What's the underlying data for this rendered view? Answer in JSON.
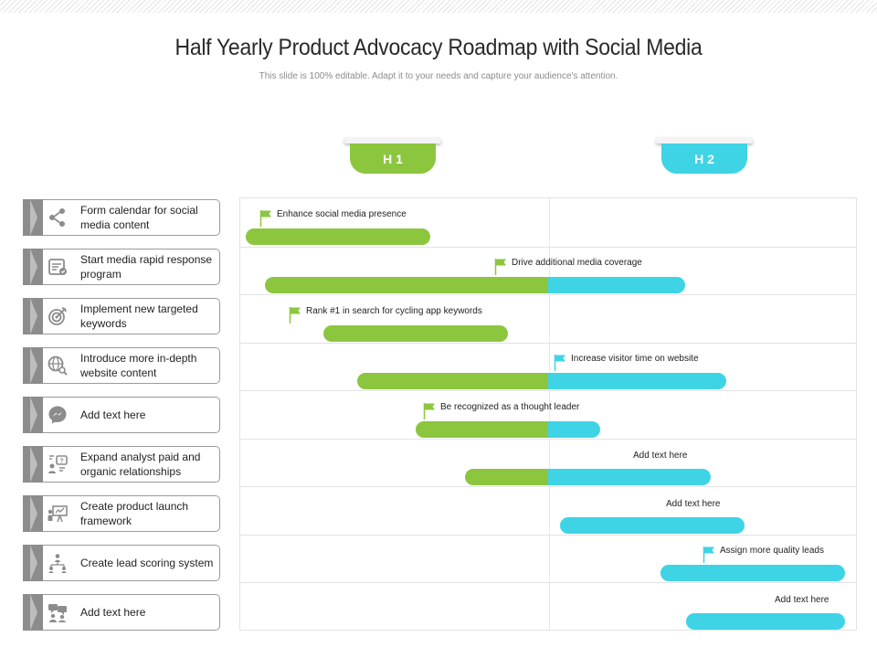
{
  "header": {
    "title": "Half Yearly Product Advocacy Roadmap with Social Media",
    "subtitle": "This slide is 100% editable. Adapt it to your needs and capture your audience's attention."
  },
  "halves": [
    {
      "label": "H 1",
      "color": "#8cc63f"
    },
    {
      "label": "H 2",
      "color": "#3fd3e6"
    }
  ],
  "tasks": [
    {
      "label": "Form calendar for social media content",
      "icon": "share-icon"
    },
    {
      "label": "Start media rapid response program",
      "icon": "media-document-icon"
    },
    {
      "label": "Implement new targeted keywords",
      "icon": "target-icon"
    },
    {
      "label": "Introduce more in-depth website content",
      "icon": "globe-search-icon"
    },
    {
      "label": "Add text here",
      "icon": "messenger-icon"
    },
    {
      "label": "Expand analyst paid and organic relationships",
      "icon": "analyst-icon"
    },
    {
      "label": "Create product launch framework",
      "icon": "presentation-board-icon"
    },
    {
      "label": "Create lead scoring system",
      "icon": "hierarchy-icon"
    },
    {
      "label": "Add text here",
      "icon": "team-chat-icon"
    }
  ],
  "milestones": [
    {
      "label": "Enhance social media presence",
      "flag": true,
      "flag_color": "#8cc63f"
    },
    {
      "label": "Drive additional media coverage",
      "flag": true,
      "flag_color": "#8cc63f"
    },
    {
      "label": "Rank #1 in search for cycling app keywords",
      "flag": true,
      "flag_color": "#8cc63f"
    },
    {
      "label": "Increase visitor time on website",
      "flag": true,
      "flag_color": "#3fd3e6"
    },
    {
      "label": "Be recognized as a thought leader",
      "flag": true,
      "flag_color": "#8cc63f"
    },
    {
      "label": "Add text here",
      "flag": false
    },
    {
      "label": "Add text here",
      "flag": false
    },
    {
      "label": "Assign more quality leads",
      "flag": true,
      "flag_color": "#3fd3e6"
    },
    {
      "label": "Add text here",
      "flag": false
    }
  ],
  "colors": {
    "green": "#8cc63f",
    "blue": "#3fd3e6",
    "tab_gray": "#8c8c8c"
  }
}
